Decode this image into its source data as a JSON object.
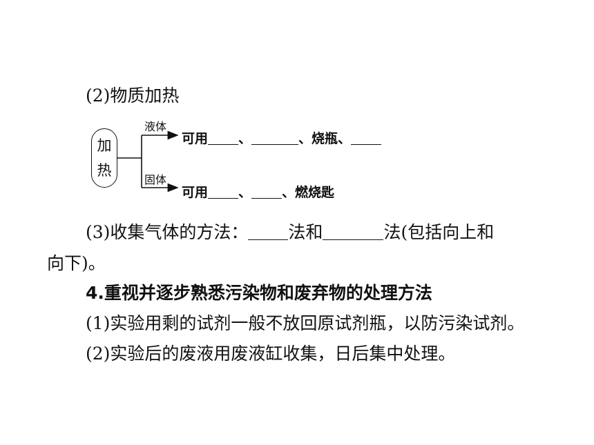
{
  "section2": {
    "title": "(2)物质加热"
  },
  "diagram": {
    "root_char1": "加",
    "root_char2": "热",
    "branch_liquid": "液体",
    "branch_solid": "固体",
    "liquid_prefix": "可用",
    "liquid_sep1": "、",
    "liquid_item": "、烧瓶、",
    "solid_prefix": "可用",
    "solid_sep1": "、",
    "solid_item": "、燃烧匙"
  },
  "section3": {
    "prefix": "(3)收集气体的方法：",
    "mid": "法和",
    "suffix": "法(包括向上和",
    "line2": "向下)。"
  },
  "section4": {
    "heading": "4.重视并逐步熟悉污染物和废弃物的处理方法",
    "item1": "(1)实验用剩的试剂一般不放回原试剂瓶，以防污染试剂。",
    "item2": "(2)实验后的废液用废液缸收集，日后集中处理。"
  }
}
